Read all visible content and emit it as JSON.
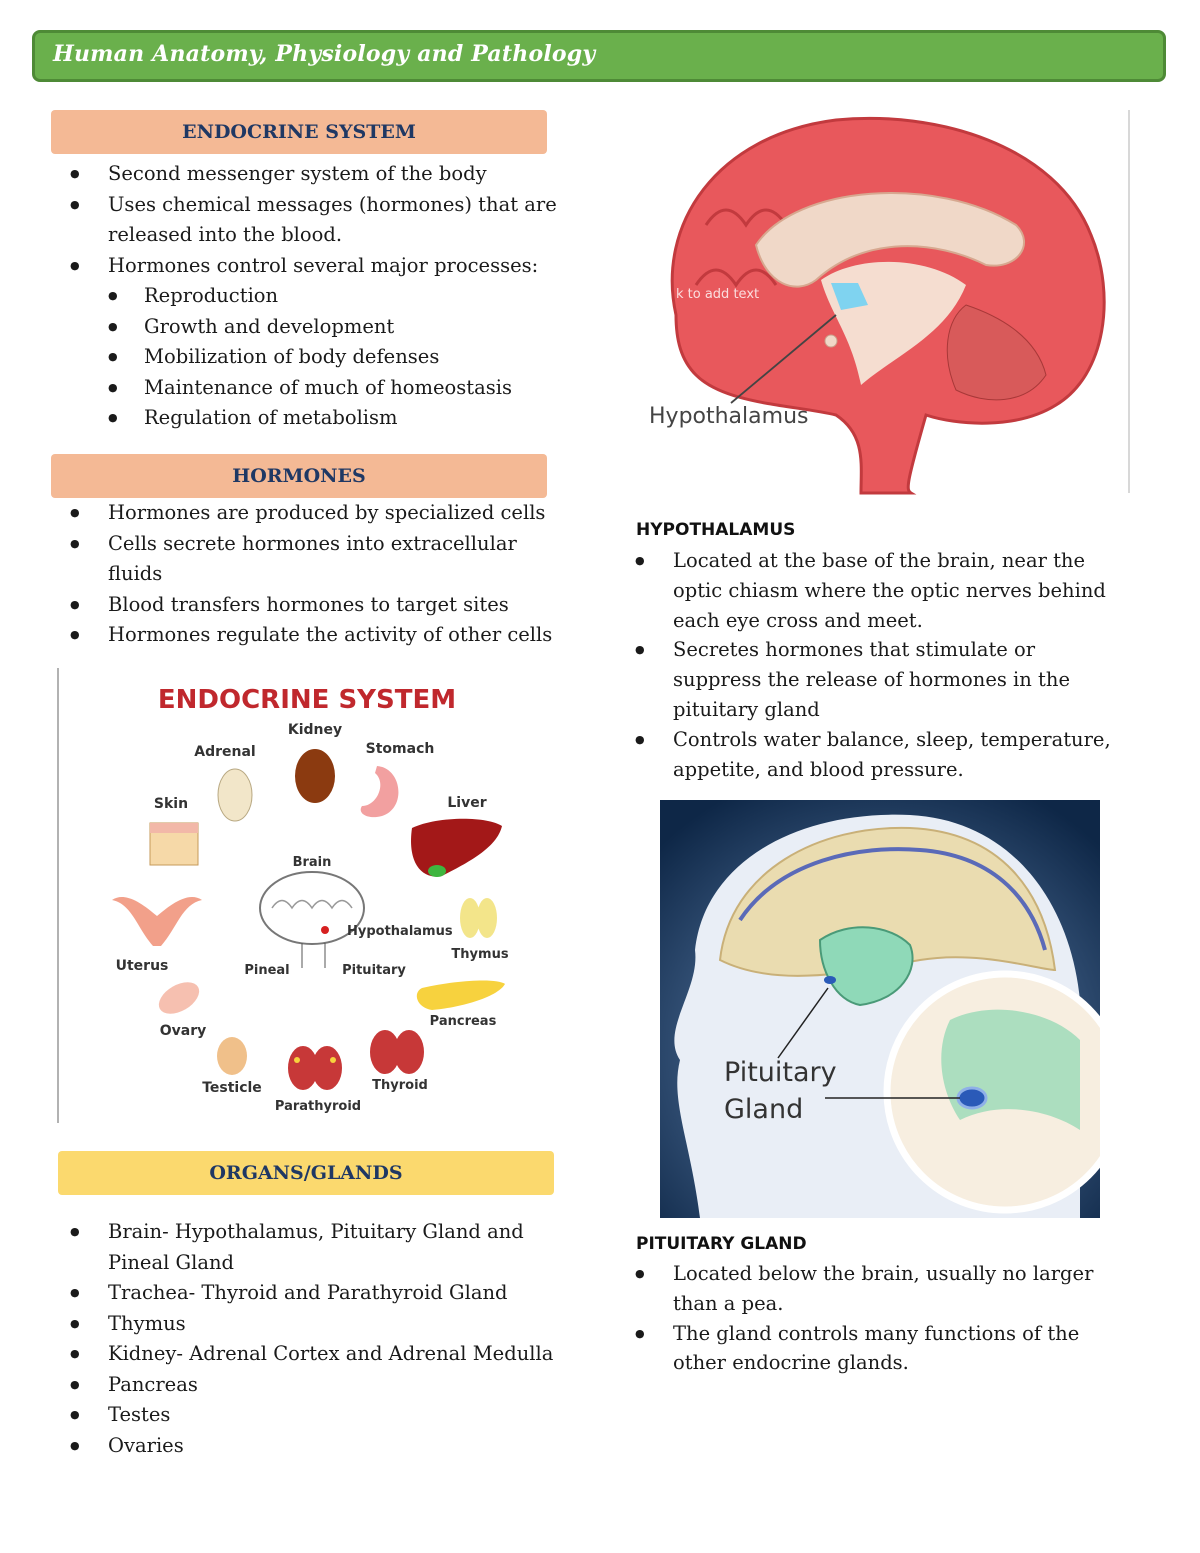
{
  "page_title": "Human Anatomy, Physiology and Pathology",
  "endocrine": {
    "heading": "ENDOCRINE SYSTEM",
    "bullets": [
      "Second messenger system of the body",
      "Uses chemical messages (hormones) that are released into the blood.",
      "Hormones control several major processes:"
    ],
    "sub_bullets": [
      "Reproduction",
      "Growth and development",
      "Mobilization of body defenses",
      "Maintenance of much of homeostasis",
      "Regulation of metabolism"
    ]
  },
  "hormones": {
    "heading": "HORMONES",
    "bullets": [
      "Hormones are produced by specialized cells",
      "Cells secrete hormones into extracellular fluids",
      "Blood transfers hormones to target sites",
      "Hormones regulate the activity of other cells"
    ]
  },
  "diagram": {
    "title": "ENDOCRINE SYSTEM",
    "labels": {
      "kidney": "Kidney",
      "adrenal": "Adrenal",
      "stomach": "Stomach",
      "skin": "Skin",
      "liver": "Liver",
      "brain": "Brain",
      "hypothalamus": "Hypothalamus",
      "thymus": "Thymus",
      "uterus": "Uterus",
      "pineal": "Pineal",
      "pituitary": "Pituitary",
      "pancreas": "Pancreas",
      "ovary": "Ovary",
      "testicle": "Testicle",
      "thyroid": "Thyroid",
      "parathyroid": "Parathyroid"
    }
  },
  "organs": {
    "heading": "ORGANS/GLANDS",
    "bullets": [
      "Brain- Hypothalamus, Pituitary Gland and Pineal Gland",
      "Trachea- Thyroid and Parathyroid Gland",
      "Thymus",
      "Kidney- Adrenal Cortex and Adrenal Medulla",
      "Pancreas",
      "Testes",
      "Ovaries"
    ]
  },
  "brain_figure": {
    "label": "Hypothalamus",
    "overlay_text": "k to add text"
  },
  "hypothalamus": {
    "heading": "HYPOTHALAMUS",
    "bullets": [
      "Located at the base of the brain, near the optic chiasm where the optic nerves behind each eye cross and meet.",
      "Secretes hormones that stimulate or suppress the release of hormones in the pituitary gland",
      "Controls water balance, sleep, temperature, appetite, and blood pressure."
    ]
  },
  "pituitary_figure": {
    "label_line1": "Pituitary",
    "label_line2": "Gland"
  },
  "pituitary": {
    "heading": "PITUITARY GLAND",
    "bullets": [
      "Located below the brain, usually no larger than a pea.",
      "The gland controls many functions of the other endocrine glands."
    ]
  },
  "colors": {
    "banner_green": "#6ab04c",
    "section_peach": "#f4b995",
    "section_yellow": "#fbd96e",
    "heading_navy": "#1f3864",
    "diagram_title_red": "#c0282d"
  }
}
